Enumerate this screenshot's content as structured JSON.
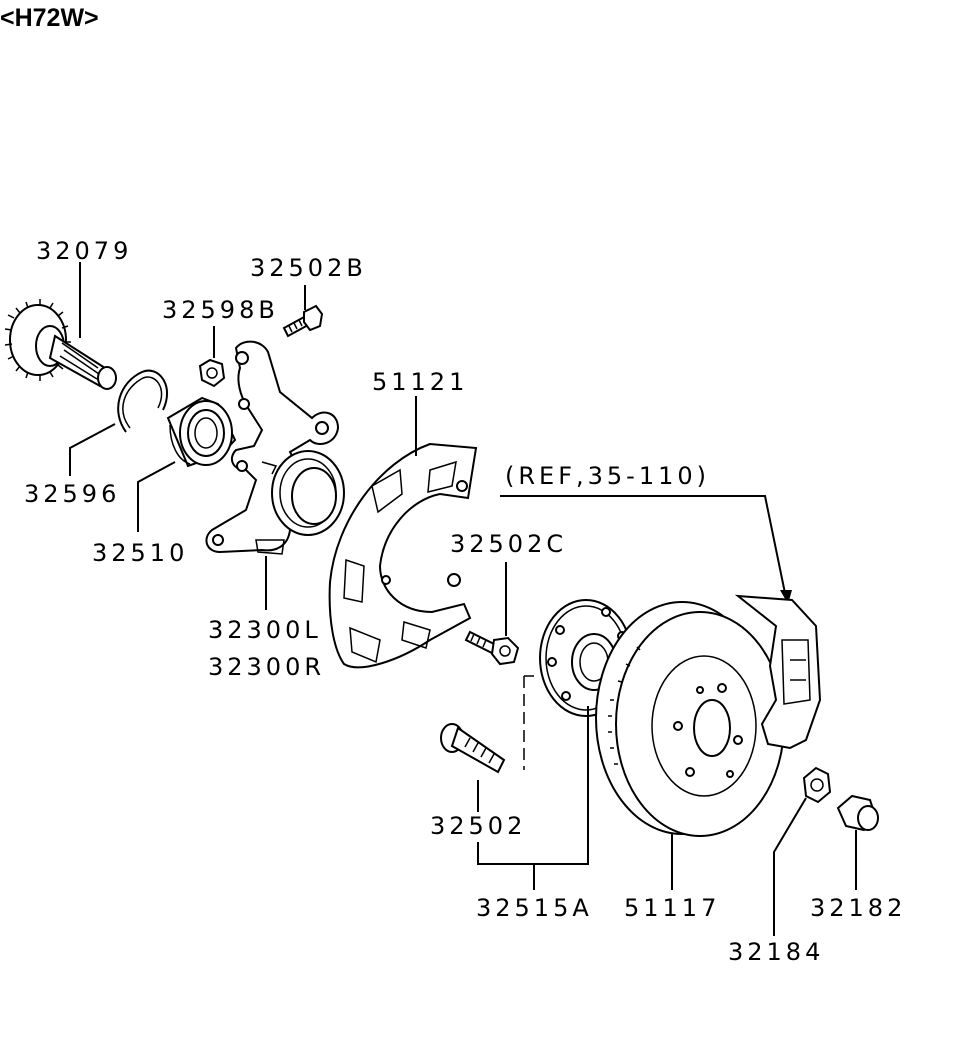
{
  "header": "<H72W>",
  "parts": {
    "axle_shaft": "32079",
    "knuckle_bolt_b": "32502B",
    "knuckle_nut_b": "32598B",
    "dust_cover": "51121",
    "snap_ring": "32596",
    "hub_bearing": "32510",
    "reference": "(REF,35-110)",
    "knuckle_left": "32300L",
    "knuckle_right": "32300R",
    "knuckle_bolt_c": "32502C",
    "hub_bolt": "32502",
    "hub_assembly": "32515A",
    "brake_disc": "51117",
    "washer": "32184",
    "hub_nut": "32182"
  }
}
